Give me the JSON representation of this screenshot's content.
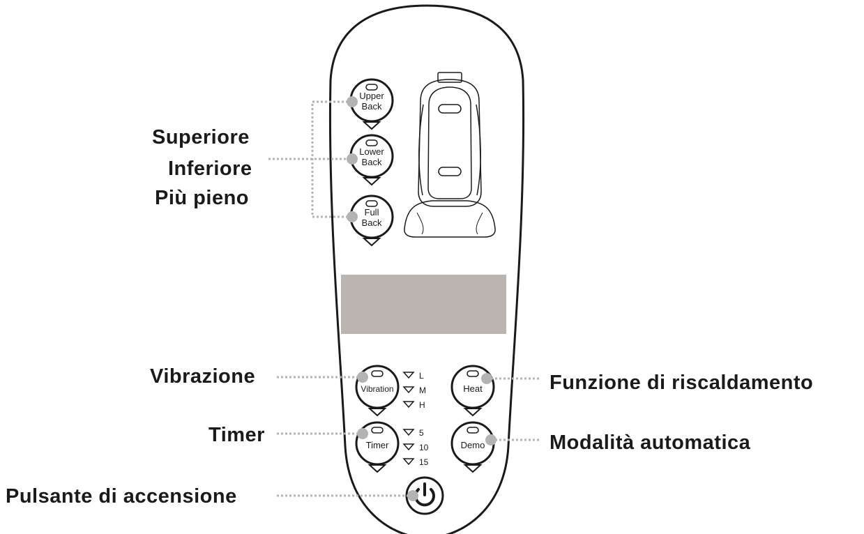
{
  "callouts": {
    "superiore": "Superiore",
    "inferiore": "Inferiore",
    "piu_pieno": "Più pieno",
    "vibrazione": "Vibrazione",
    "timer": "Timer",
    "accensione": "Pulsante di accensione",
    "riscaldamento": "Funzione di riscaldamento",
    "automatica": "Modalità automatica"
  },
  "buttons": {
    "upper_back": [
      "Upper",
      "Back"
    ],
    "lower_back": [
      "Lower",
      "Back"
    ],
    "full_back": [
      "Full",
      "Back"
    ],
    "vibration": "Vibration",
    "heat": "Heat",
    "timer": "Timer",
    "demo": "Demo"
  },
  "vibration_levels": [
    "L",
    "M",
    "H"
  ],
  "timer_levels": [
    "5",
    "10",
    "15"
  ],
  "icons": {
    "power": "power-icon",
    "seat": "massage-seat-icon",
    "indicator": "led-indicator-icon",
    "triangle": "triangle-indicator-icon"
  },
  "colors": {
    "outline": "#1a1a1a",
    "display": "#bab5b1",
    "leader_line": "#b3b3b3",
    "leader_dot": "#b3b3b3"
  }
}
